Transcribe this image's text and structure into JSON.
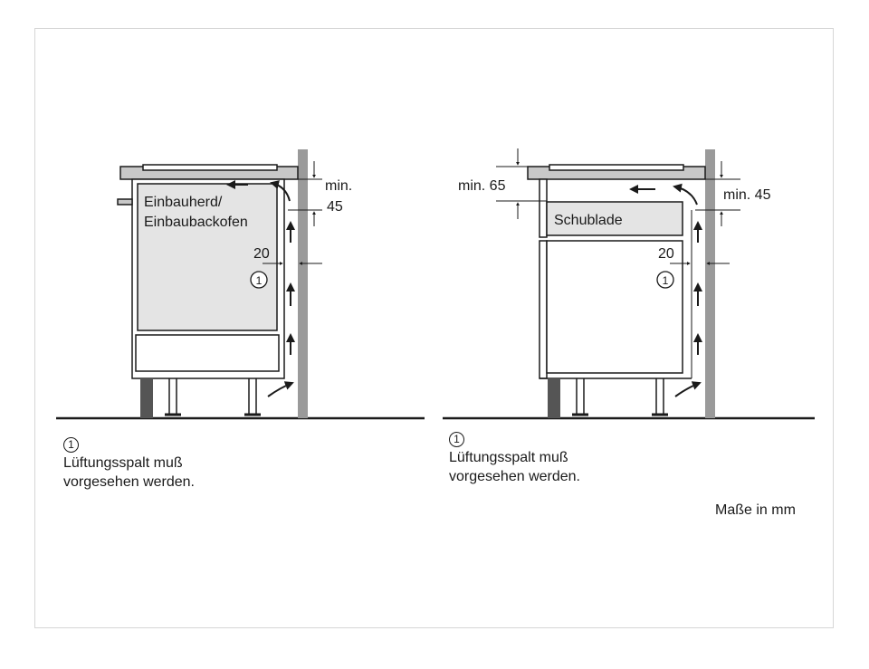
{
  "callout_marker": "1",
  "left": {
    "appliance_label_line1": "Einbauherd/",
    "appliance_label_line2": "Einbaubackofen",
    "top_gap_label_line1": "min.",
    "top_gap_label_line2": "45",
    "side_gap_label": "20",
    "note_line1": "Lüftungsspalt muß",
    "note_line2": "vorgesehen werden."
  },
  "right": {
    "drawer_label": "Schublade",
    "front_gap_label": "min. 65",
    "top_gap_label": "min. 45",
    "side_gap_label": "20",
    "note_line1": "Lüftungsspalt muß",
    "note_line2": "vorgesehen werden."
  },
  "units_note": "Maße in mm",
  "colors": {
    "line": "#1a1a1a",
    "appliance_fill": "#e4e4e4",
    "countertop_fill": "#c8c8c8",
    "wall_fill": "#9a9a9a",
    "plinth_fill": "#555555"
  }
}
